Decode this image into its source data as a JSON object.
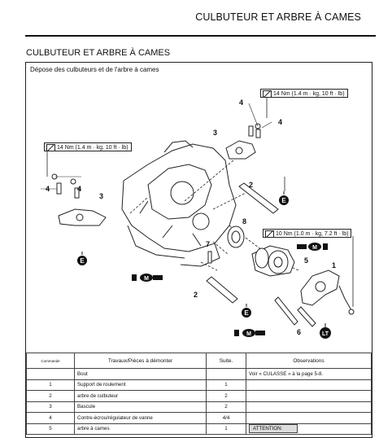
{
  "header": {
    "title": "CULBUTEUR ET ARBRE À CAMES"
  },
  "section": {
    "title": "CULBUTEUR ET ARBRE À CAMES"
  },
  "figure": {
    "caption": "Dépose des culbuteurs et de l'arbre à cames",
    "torque_right_top": "14 Nm (1.4 m · kg, 10 ft · lb)",
    "torque_left": "14 Nm (1.4 m · kg, 10 ft · lb)",
    "torque_right_mid": "10 Nm (1.0 m · kg, 7.2 ft · lb)",
    "callouts": [
      "1",
      "2",
      "2",
      "3",
      "3",
      "4",
      "4",
      "4",
      "4",
      "5",
      "6",
      "7",
      "8"
    ],
    "badge_letters": {
      "engine_oil": "E",
      "moly": "M",
      "locktite": "LT"
    }
  },
  "table": {
    "headers": [
      "Commande",
      "Travaux/Pièces à démonter",
      "Suite.",
      "Observations"
    ],
    "rows": [
      {
        "no": "",
        "part": "Bout",
        "qty": "",
        "note": "Voir « CULASSE » à la page 5-8."
      },
      {
        "no": "1",
        "part": "Support de roulement",
        "qty": "1",
        "note": ""
      },
      {
        "no": "2",
        "part": "arbre de culbuteur",
        "qty": "2",
        "note": ""
      },
      {
        "no": "3",
        "part": "Bascule",
        "qty": "2",
        "note": ""
      },
      {
        "no": "4",
        "part": "Contre-écrou/régulateur de vanne",
        "qty": "4/4",
        "note": ""
      },
      {
        "no": "5",
        "part": "arbre à cames",
        "qty": "1",
        "note": "ATTENTION:"
      }
    ]
  }
}
